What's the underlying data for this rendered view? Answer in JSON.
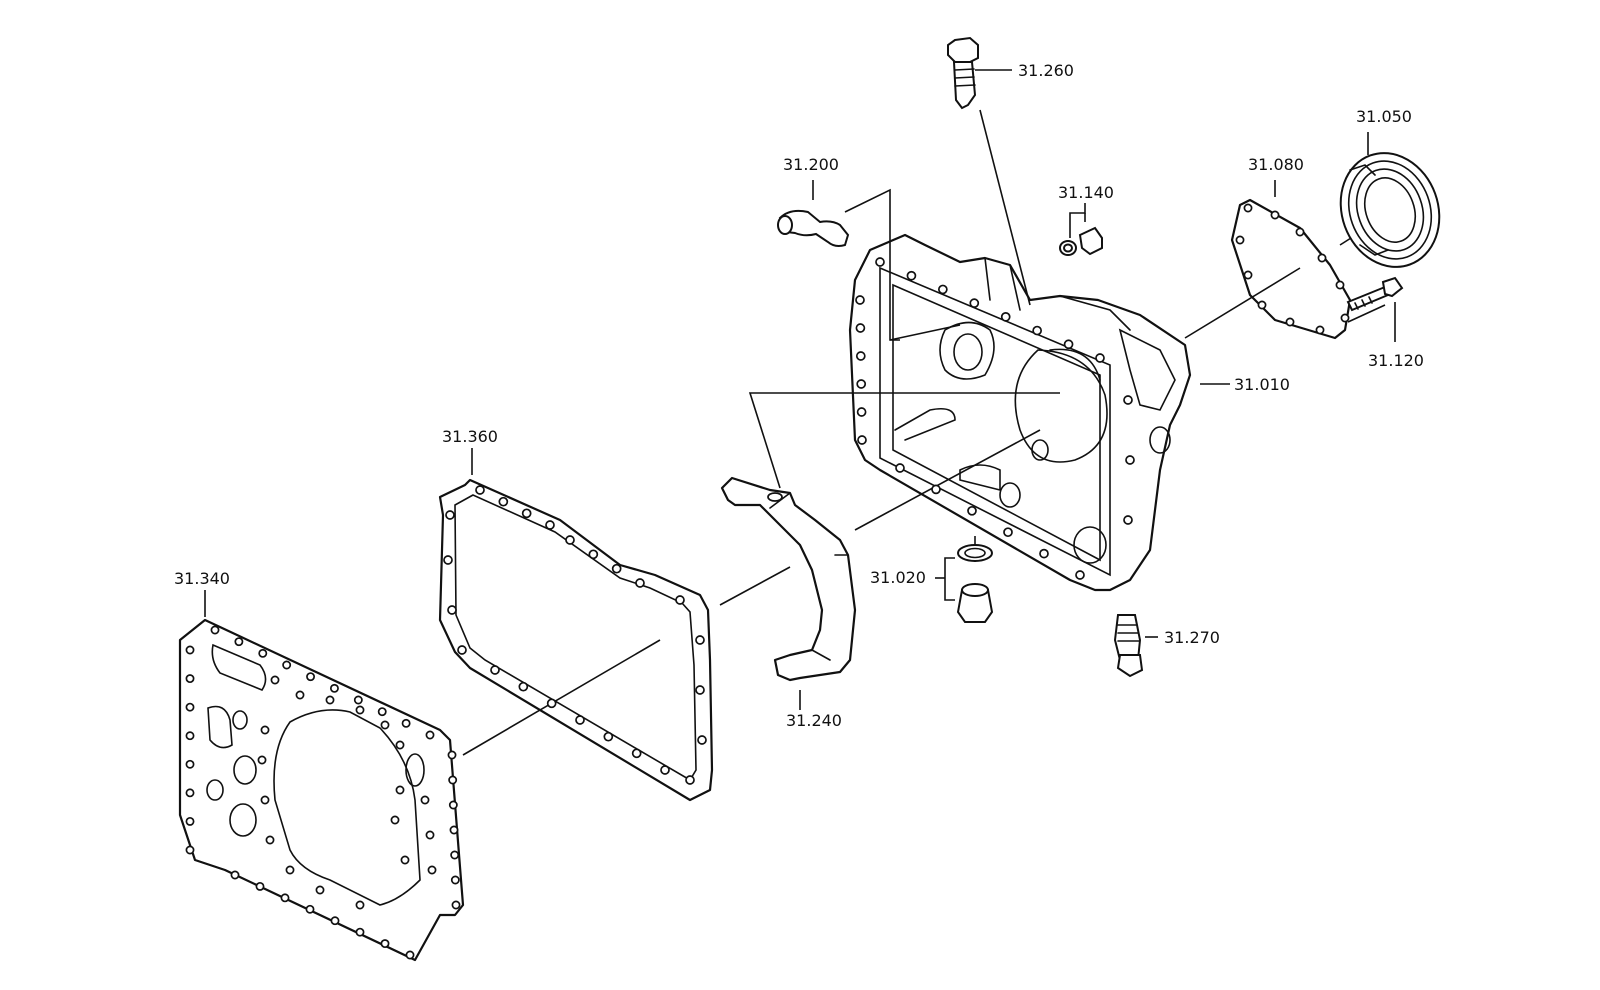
{
  "diagram": {
    "parts": [
      {
        "id": "31.260",
        "label": "31.260"
      },
      {
        "id": "31.200",
        "label": "31.200"
      },
      {
        "id": "31.140",
        "label": "31.140"
      },
      {
        "id": "31.080",
        "label": "31.080"
      },
      {
        "id": "31.050",
        "label": "31.050"
      },
      {
        "id": "31.120",
        "label": "31.120"
      },
      {
        "id": "31.010",
        "label": "31.010"
      },
      {
        "id": "31.360",
        "label": "31.360"
      },
      {
        "id": "31.020",
        "label": "31.020"
      },
      {
        "id": "31.270",
        "label": "31.270"
      },
      {
        "id": "31.340",
        "label": "31.340"
      },
      {
        "id": "31.240",
        "label": "31.240"
      }
    ]
  }
}
